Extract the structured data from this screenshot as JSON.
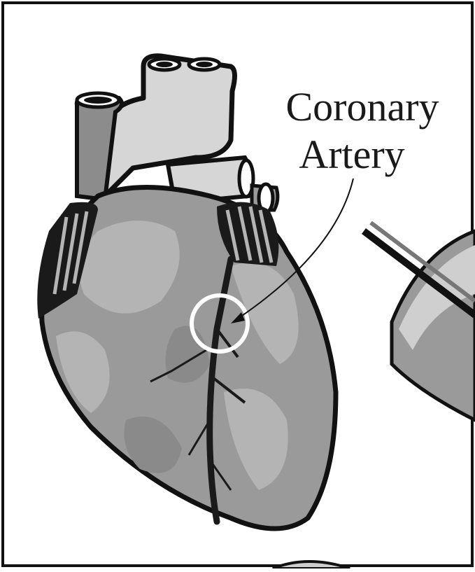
{
  "diagram": {
    "label_lines": [
      "Coronary",
      "Artery"
    ],
    "subject": "heart",
    "highlight": "circle",
    "colors": {
      "outline": "#111111",
      "heart_base": "#9a9a9a",
      "heart_light": "#b4b4b4",
      "heart_dark": "#6f6f6f",
      "vessel": "#d9d9d9",
      "artery": "#1a1a1a",
      "highlight_ring": "#ffffff"
    }
  }
}
